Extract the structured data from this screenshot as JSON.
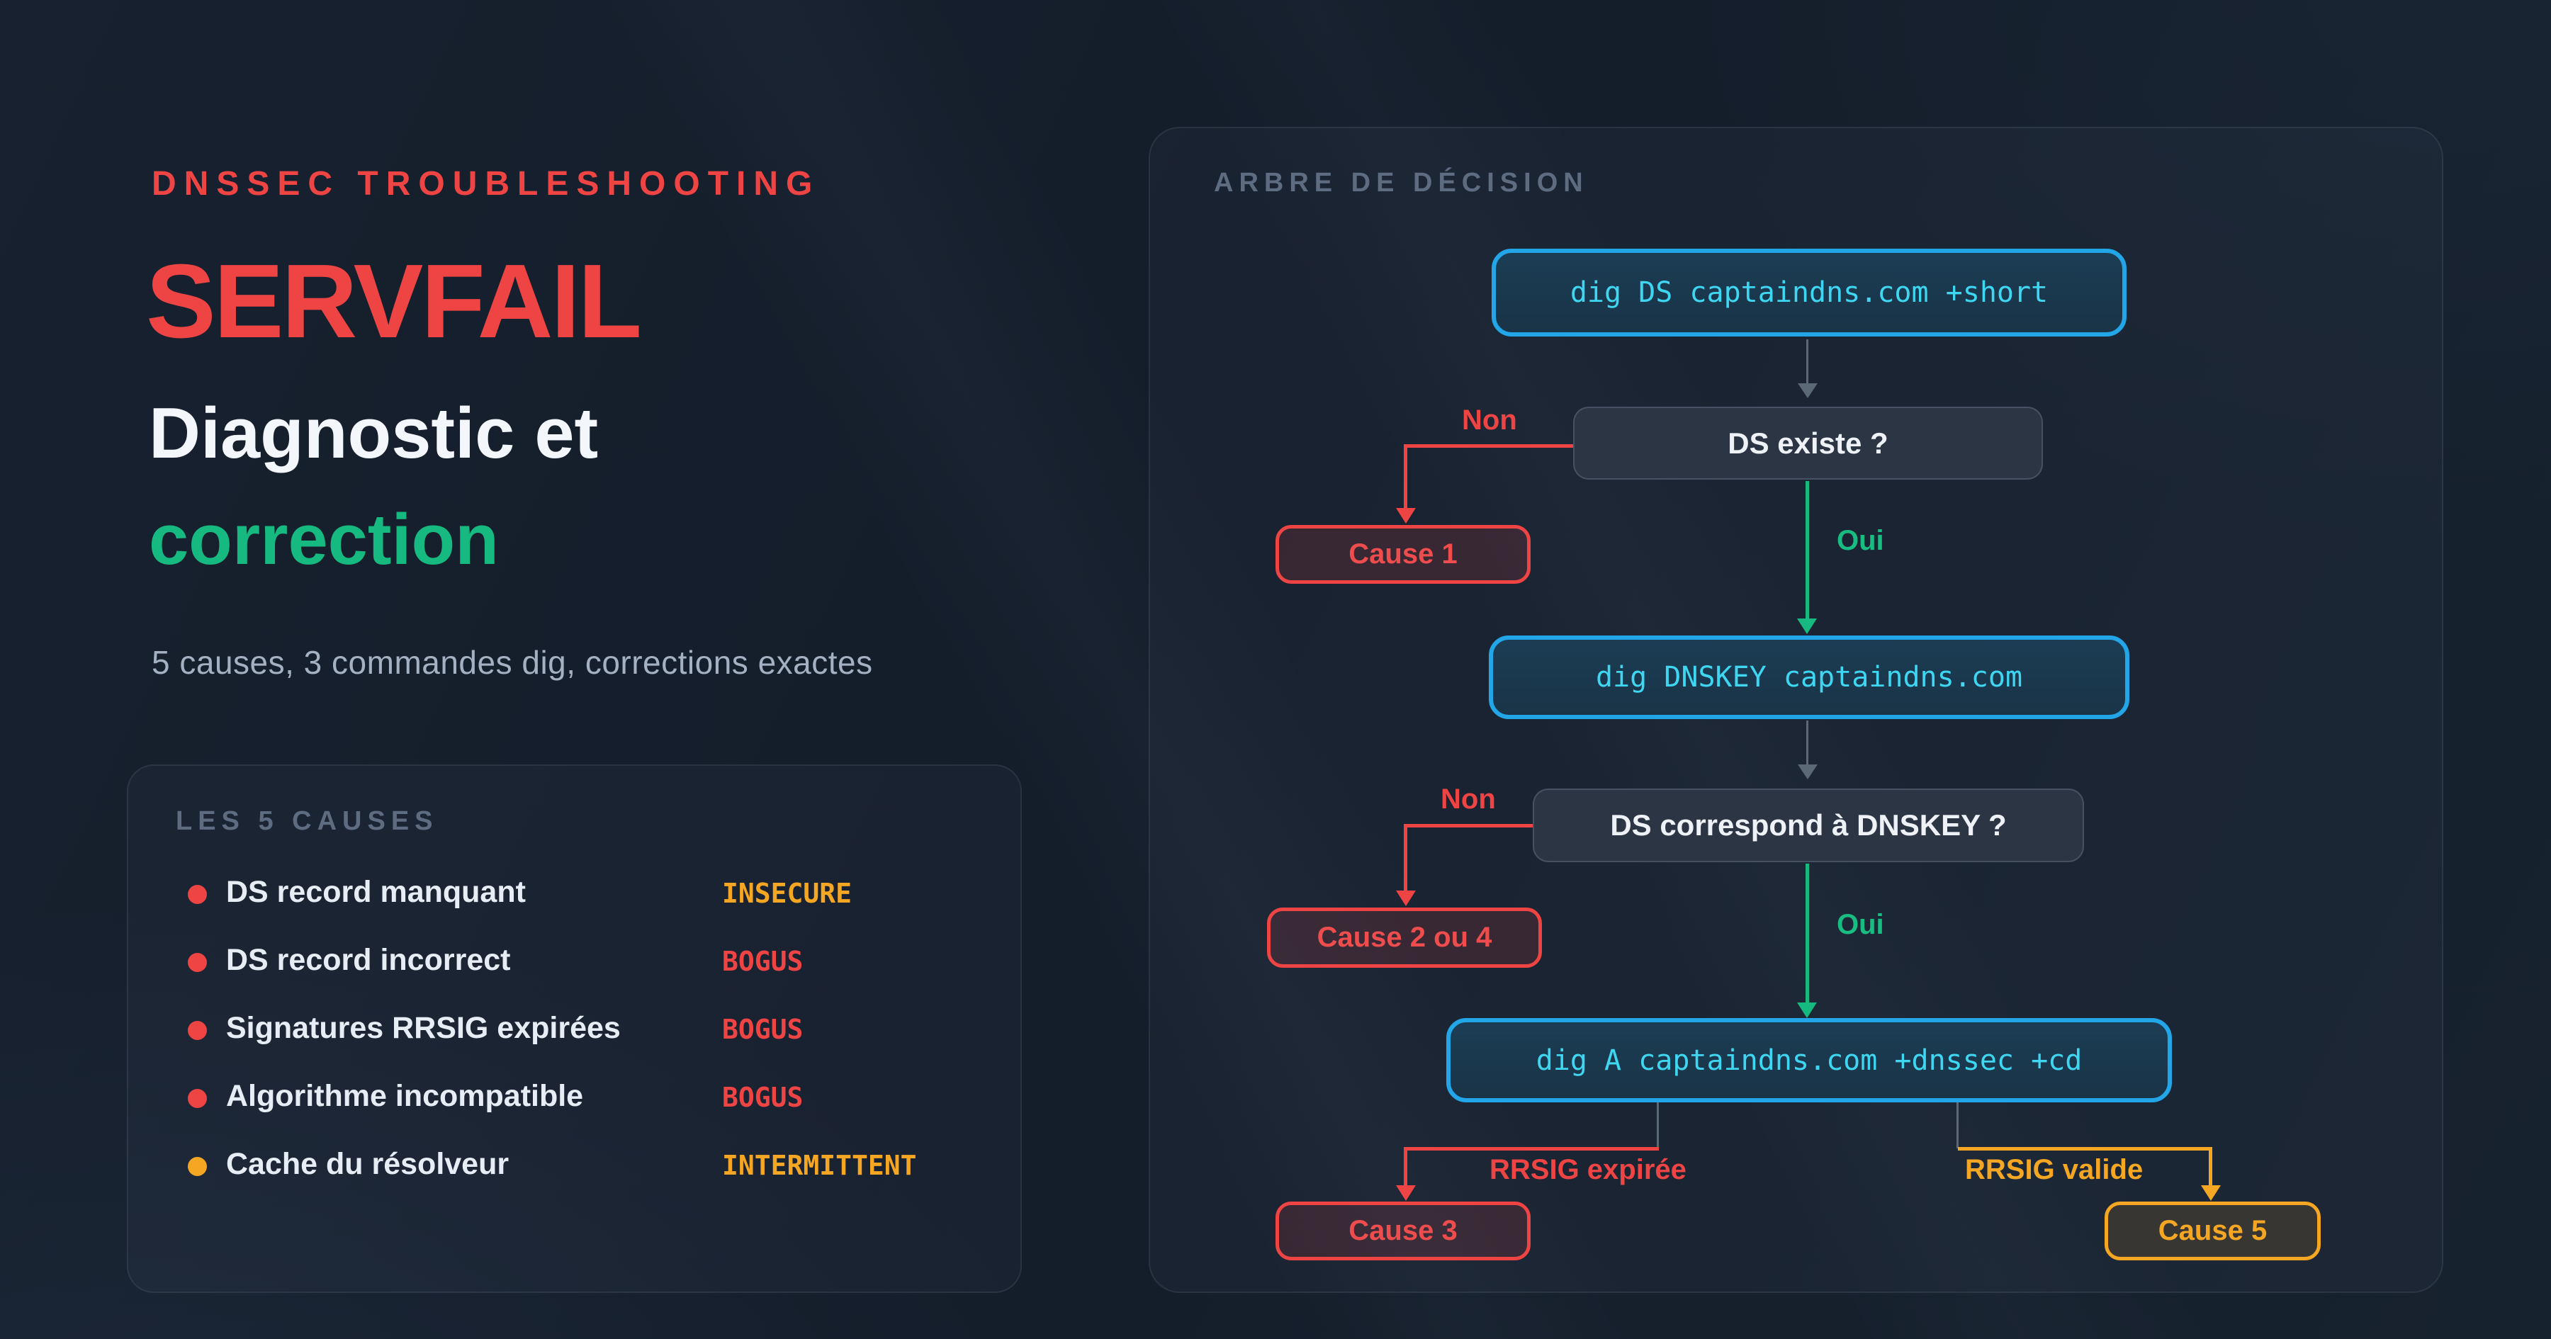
{
  "hero": {
    "kicker": "DNSSEC TROUBLESHOOTING",
    "title": "SERVFAIL",
    "subtitle_line1": "Diagnostic et",
    "subtitle_line2": "correction",
    "tagline": "5 causes, 3 commandes dig, corrections exactes"
  },
  "causes_card": {
    "header": "LES 5 CAUSES",
    "items": [
      {
        "label": "DS record manquant",
        "status": "INSECURE",
        "status_color": "#f5a623",
        "dot_color": "#ef4444"
      },
      {
        "label": "DS record incorrect",
        "status": "BOGUS",
        "status_color": "#ef4444",
        "dot_color": "#ef4444"
      },
      {
        "label": "Signatures RRSIG expirées",
        "status": "BOGUS",
        "status_color": "#ef4444",
        "dot_color": "#ef4444"
      },
      {
        "label": "Algorithme incompatible",
        "status": "BOGUS",
        "status_color": "#ef4444",
        "dot_color": "#ef4444"
      },
      {
        "label": "Cache du résolveur",
        "status": "INTERMITTENT",
        "status_color": "#f5a623",
        "dot_color": "#f5a623"
      }
    ]
  },
  "tree_card": {
    "header": "ARBRE DE DÉCISION",
    "nodes": {
      "cmd1": "dig DS captaindns.com +short",
      "q1": "DS existe ?",
      "cause1": "Cause 1",
      "cmd2": "dig DNSKEY captaindns.com",
      "q2": "DS correspond à DNSKEY ?",
      "cause24": "Cause 2 ou 4",
      "cmd3": "dig A captaindns.com +dnssec +cd",
      "cause3": "Cause 3",
      "cause5": "Cause 5"
    },
    "labels": {
      "no1": "Non",
      "yes1": "Oui",
      "no2": "Non",
      "yes2": "Oui",
      "rrsig_expired": "RRSIG expirée",
      "rrsig_valid": "RRSIG valide"
    }
  },
  "colors": {
    "accent_red": "#ef4444",
    "accent_green": "#16b97f",
    "accent_amber": "#f5a623",
    "accent_cyan_text": "#3fd6f2",
    "accent_cyan_border": "#22a6e8",
    "connector_gray": "#5b6875",
    "background": "#151f2c"
  }
}
